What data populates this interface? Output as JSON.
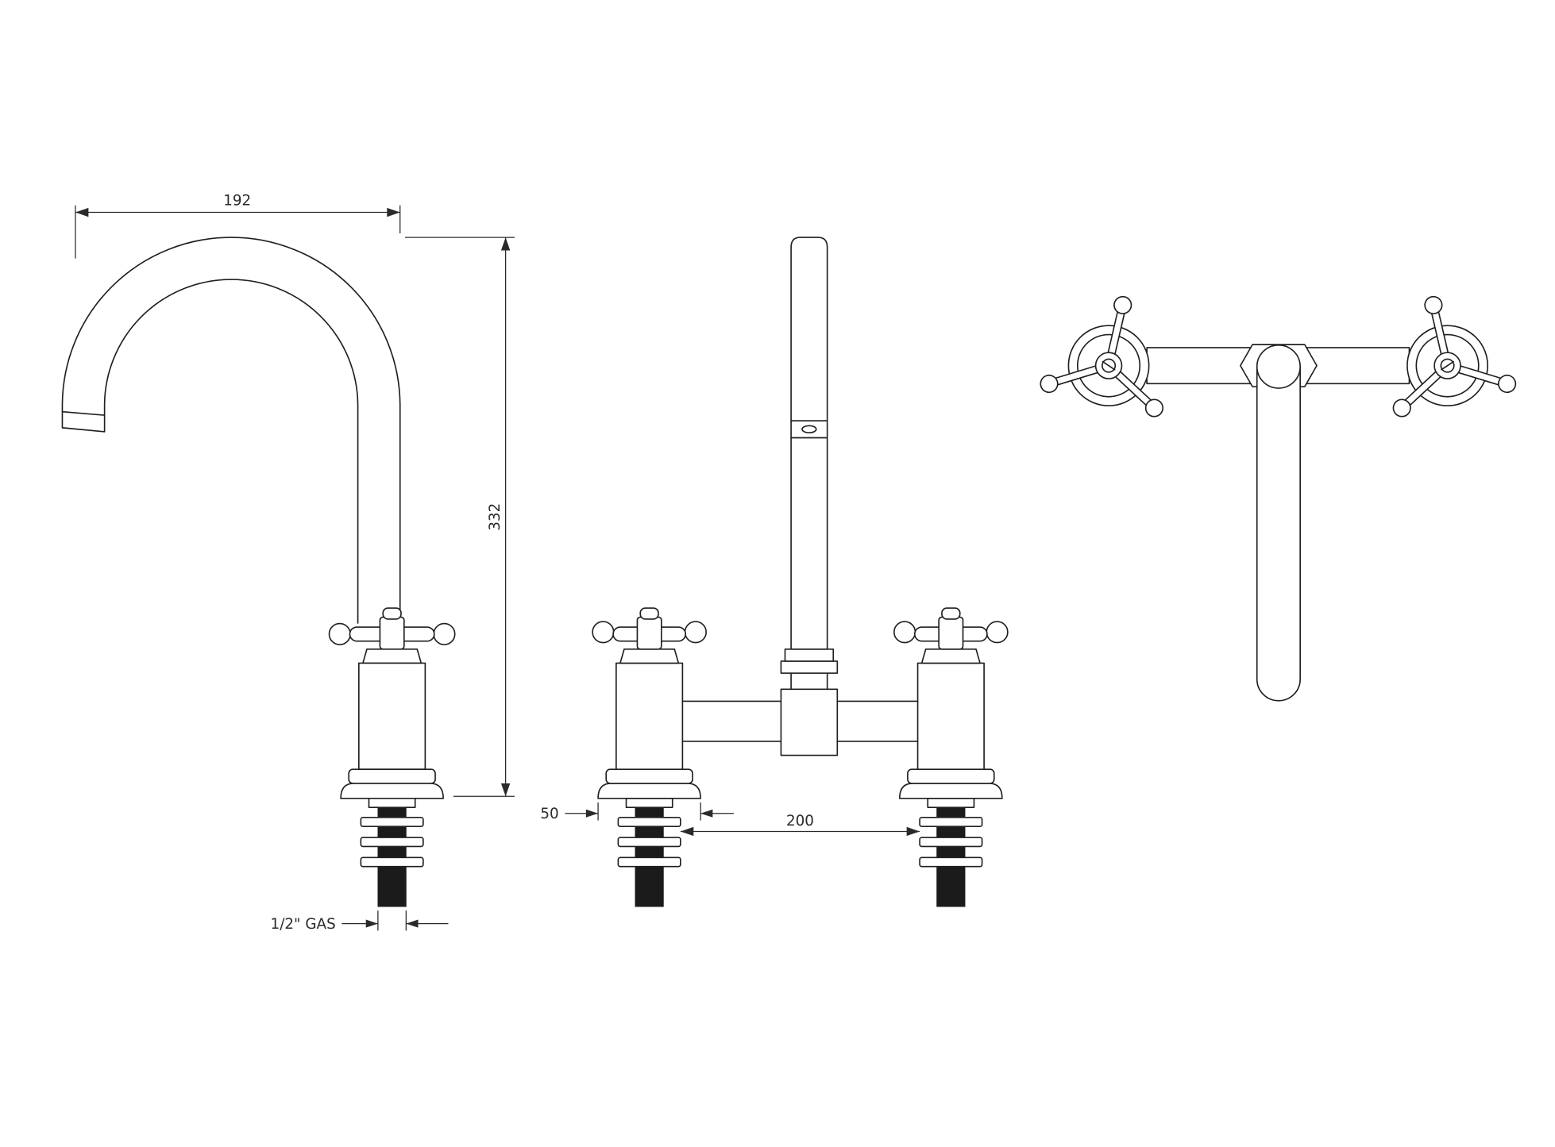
{
  "drawing": {
    "background": "#ffffff",
    "line_color": "#1f1f1f",
    "dimensions": {
      "spout_reach": "192",
      "overall_height": "332",
      "base_width": "50",
      "tap_centers": "200",
      "thread": "1/2\" GAS"
    }
  }
}
